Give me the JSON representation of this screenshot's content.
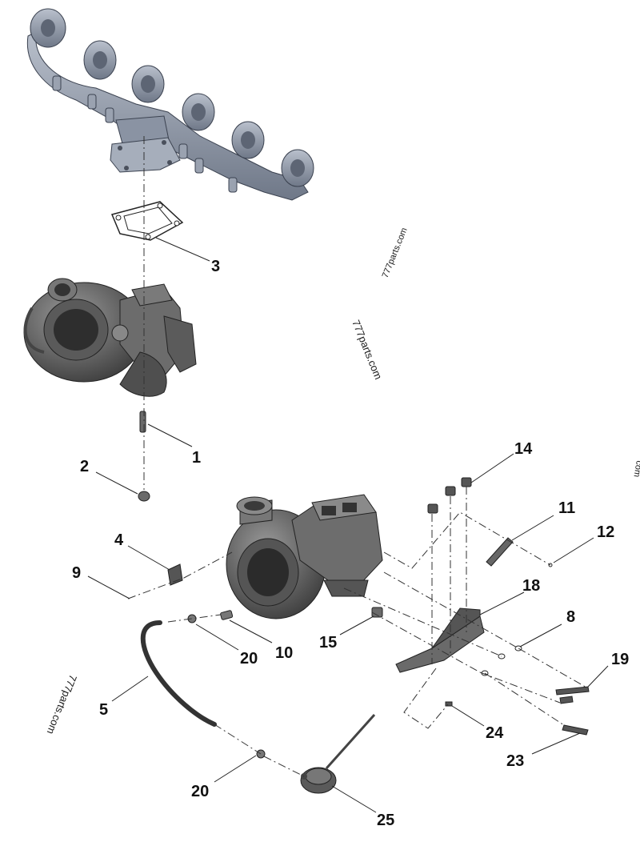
{
  "callouts": {
    "c1": "1",
    "c2": "2",
    "c3": "3",
    "c4": "4",
    "c5": "5",
    "c8": "8",
    "c9": "9",
    "c10": "10",
    "c11": "11",
    "c12": "12",
    "c14": "14",
    "c15": "15",
    "c18": "18",
    "c19": "19",
    "c20a": "20",
    "c20b": "20",
    "c23": "23",
    "c24": "24",
    "c25": "25"
  },
  "watermarks": {
    "w1": "777parts.com",
    "w2": "777parts.com",
    "w3": "777parts.com",
    "w4": "com"
  },
  "colors": {
    "manifold": "#8d96a6",
    "turbo": "#5e5e5e",
    "line": "#222222"
  }
}
